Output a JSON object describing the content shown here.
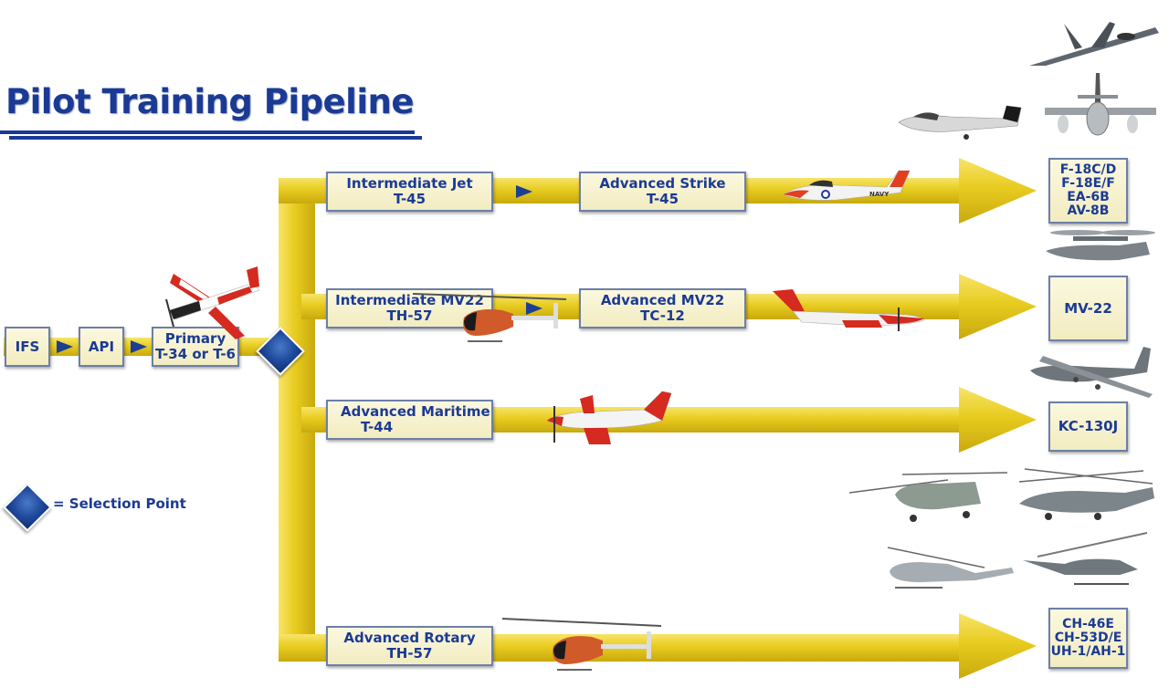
{
  "title": "Pilot Training Pipeline",
  "colors": {
    "title_blue": "#1b3a94",
    "pipe_yellow": "#e9cf26",
    "box_fill": "#f6f1cf",
    "box_border": "#6c7fa8",
    "selection_diamond": "#1f4a9c"
  },
  "primary_track": {
    "stages": [
      {
        "line1": "IFS"
      },
      {
        "line1": "API"
      },
      {
        "line1": "Primary",
        "line2": "T-34 or T-6"
      }
    ],
    "arrow_icon": "chevron-right-icon",
    "aircraft_icon": "t6-trainer-aircraft-icon"
  },
  "selection_point": {
    "icon": "diamond-icon",
    "legend_label": "= Selection Point"
  },
  "pipelines": [
    {
      "name": "jet",
      "stages": [
        {
          "line1": "Intermediate Jet",
          "line2": "T-45"
        },
        {
          "line1": "Advanced Strike",
          "line2": "T-45"
        }
      ],
      "aircraft_icon": "t45-goshawk-icon",
      "destination": [
        "F-18C/D",
        "F-18E/F",
        "EA-6B",
        "AV-8B"
      ],
      "destination_icons": [
        "f18-hornet-icon",
        "ea6b-prowler-icon",
        "av8b-harrier-icon"
      ]
    },
    {
      "name": "mv22",
      "stages": [
        {
          "line1": "Intermediate MV22",
          "line2": "TH-57"
        },
        {
          "line1": "Advanced MV22",
          "line2": "TC-12"
        }
      ],
      "aircraft_icon": "tc12-huron-icon",
      "stage_icon": "th57-helicopter-icon",
      "destination": [
        "MV-22"
      ],
      "destination_icons": [
        "mv22-osprey-icon"
      ]
    },
    {
      "name": "maritime",
      "stages": [
        {
          "line1": "Advanced Maritime",
          "line2": "T-44"
        }
      ],
      "aircraft_icon": "t44-pegasus-icon",
      "destination": [
        "KC-130J"
      ],
      "destination_icons": [
        "kc130j-hercules-icon"
      ]
    },
    {
      "name": "rotary",
      "stages": [
        {
          "line1": "Advanced Rotary",
          "line2": "TH-57"
        }
      ],
      "aircraft_icon": "th57-helicopter-icon",
      "destination": [
        "CH-46E",
        "CH-53D/E",
        "UH-1/AH-1"
      ],
      "destination_icons": [
        "ch46-sea-knight-icon",
        "ch53-sea-stallion-icon",
        "uh1-huey-icon",
        "ah1-cobra-icon"
      ]
    }
  ]
}
